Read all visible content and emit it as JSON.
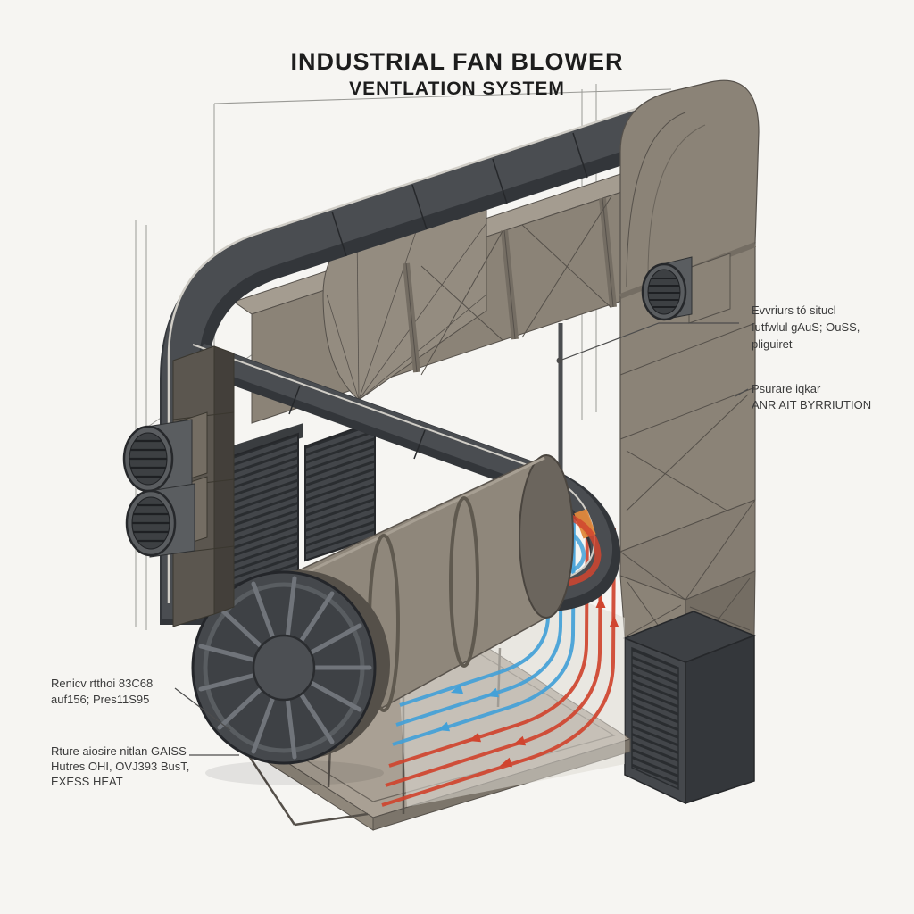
{
  "title": {
    "line1": "INDUSTRIAL FAN BLOWER",
    "line2": "VENTLATION SYSTEM"
  },
  "annotations": {
    "exhaust_outlet": {
      "lines": [
        "Evvriurs tó situcl",
        "Iutfwlul gAuS; OuSS,",
        "pliguiret"
      ]
    },
    "air_distribution": {
      "lines": [
        "Psurare iqkar",
        "ANR AIT BYRRIUTION"
      ]
    },
    "fan_spec": {
      "lines": [
        "Renicv rtthoi 83C68",
        "auf156; Pres11S95"
      ]
    },
    "intake_heat": {
      "lines": [
        "Rture aiosire nitlan GAISS",
        "Hutres OHI, OVJ393  BusT,",
        "EXESS HEAT"
      ]
    }
  },
  "colors": {
    "bg": "#f6f5f2",
    "ink": "#1d1d1d",
    "anno": "#3b3b3b",
    "leader": "#4c4c4c",
    "duct": "#8b8377",
    "duct2": "#a49c90",
    "duct3": "#746d63",
    "hood": "#948c80",
    "line": "#55504a",
    "rail": "#33363a",
    "rail2": "#4a4d51",
    "edge": "#d0cdc6",
    "metal": "#5a5d60",
    "metal2": "#3d4043",
    "dark": "#45484c",
    "louver": "#2a2d30",
    "louvbg": "#43464a",
    "base": "#a9a094",
    "base2": "#8f877b",
    "cold": "#44a1d8",
    "hot": "#d0452f",
    "warm": "#e0883c",
    "panel": "#dedad3"
  }
}
